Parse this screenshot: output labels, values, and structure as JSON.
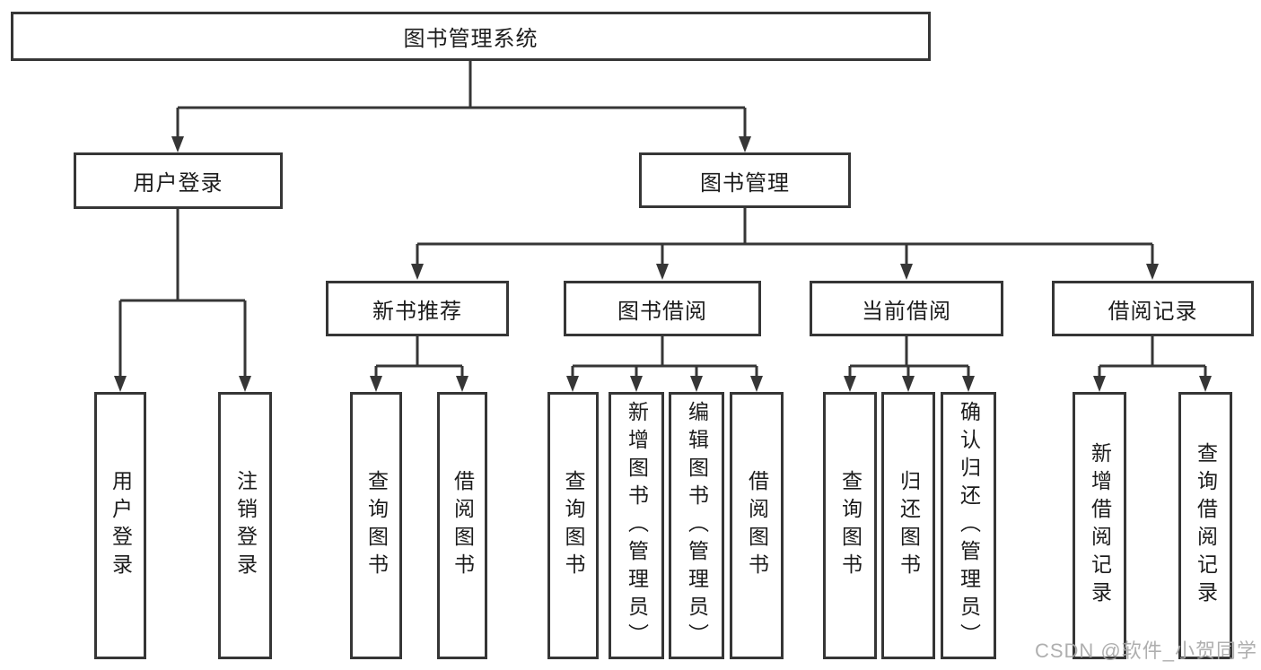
{
  "tree": {
    "root": {
      "label": "图书管理系统"
    },
    "branches": [
      {
        "label": "用户登录",
        "leaves": [
          {
            "label": "用户登录"
          },
          {
            "label": "注销登录"
          }
        ]
      },
      {
        "label": "图书管理",
        "groups": [
          {
            "label": "新书推荐",
            "leaves": [
              {
                "label": "查询图书"
              },
              {
                "label": "借阅图书"
              }
            ]
          },
          {
            "label": "图书借阅",
            "leaves": [
              {
                "label": "查询图书"
              },
              {
                "label": "新增图书（管理员）"
              },
              {
                "label": "编辑图书（管理员）"
              },
              {
                "label": "借阅图书"
              }
            ]
          },
          {
            "label": "当前借阅",
            "leaves": [
              {
                "label": "查询图书"
              },
              {
                "label": "归还图书"
              },
              {
                "label": "确认归还（管理员）"
              }
            ]
          },
          {
            "label": "借阅记录",
            "leaves": [
              {
                "label": "新增借阅记录"
              },
              {
                "label": "查询借阅记录"
              }
            ]
          }
        ]
      }
    ]
  },
  "watermark": {
    "text": "CSDN @软件_小贺同学"
  },
  "colors": {
    "line": "#363636",
    "text": "#1c1c1c",
    "watermark": "#a8a8a8"
  }
}
